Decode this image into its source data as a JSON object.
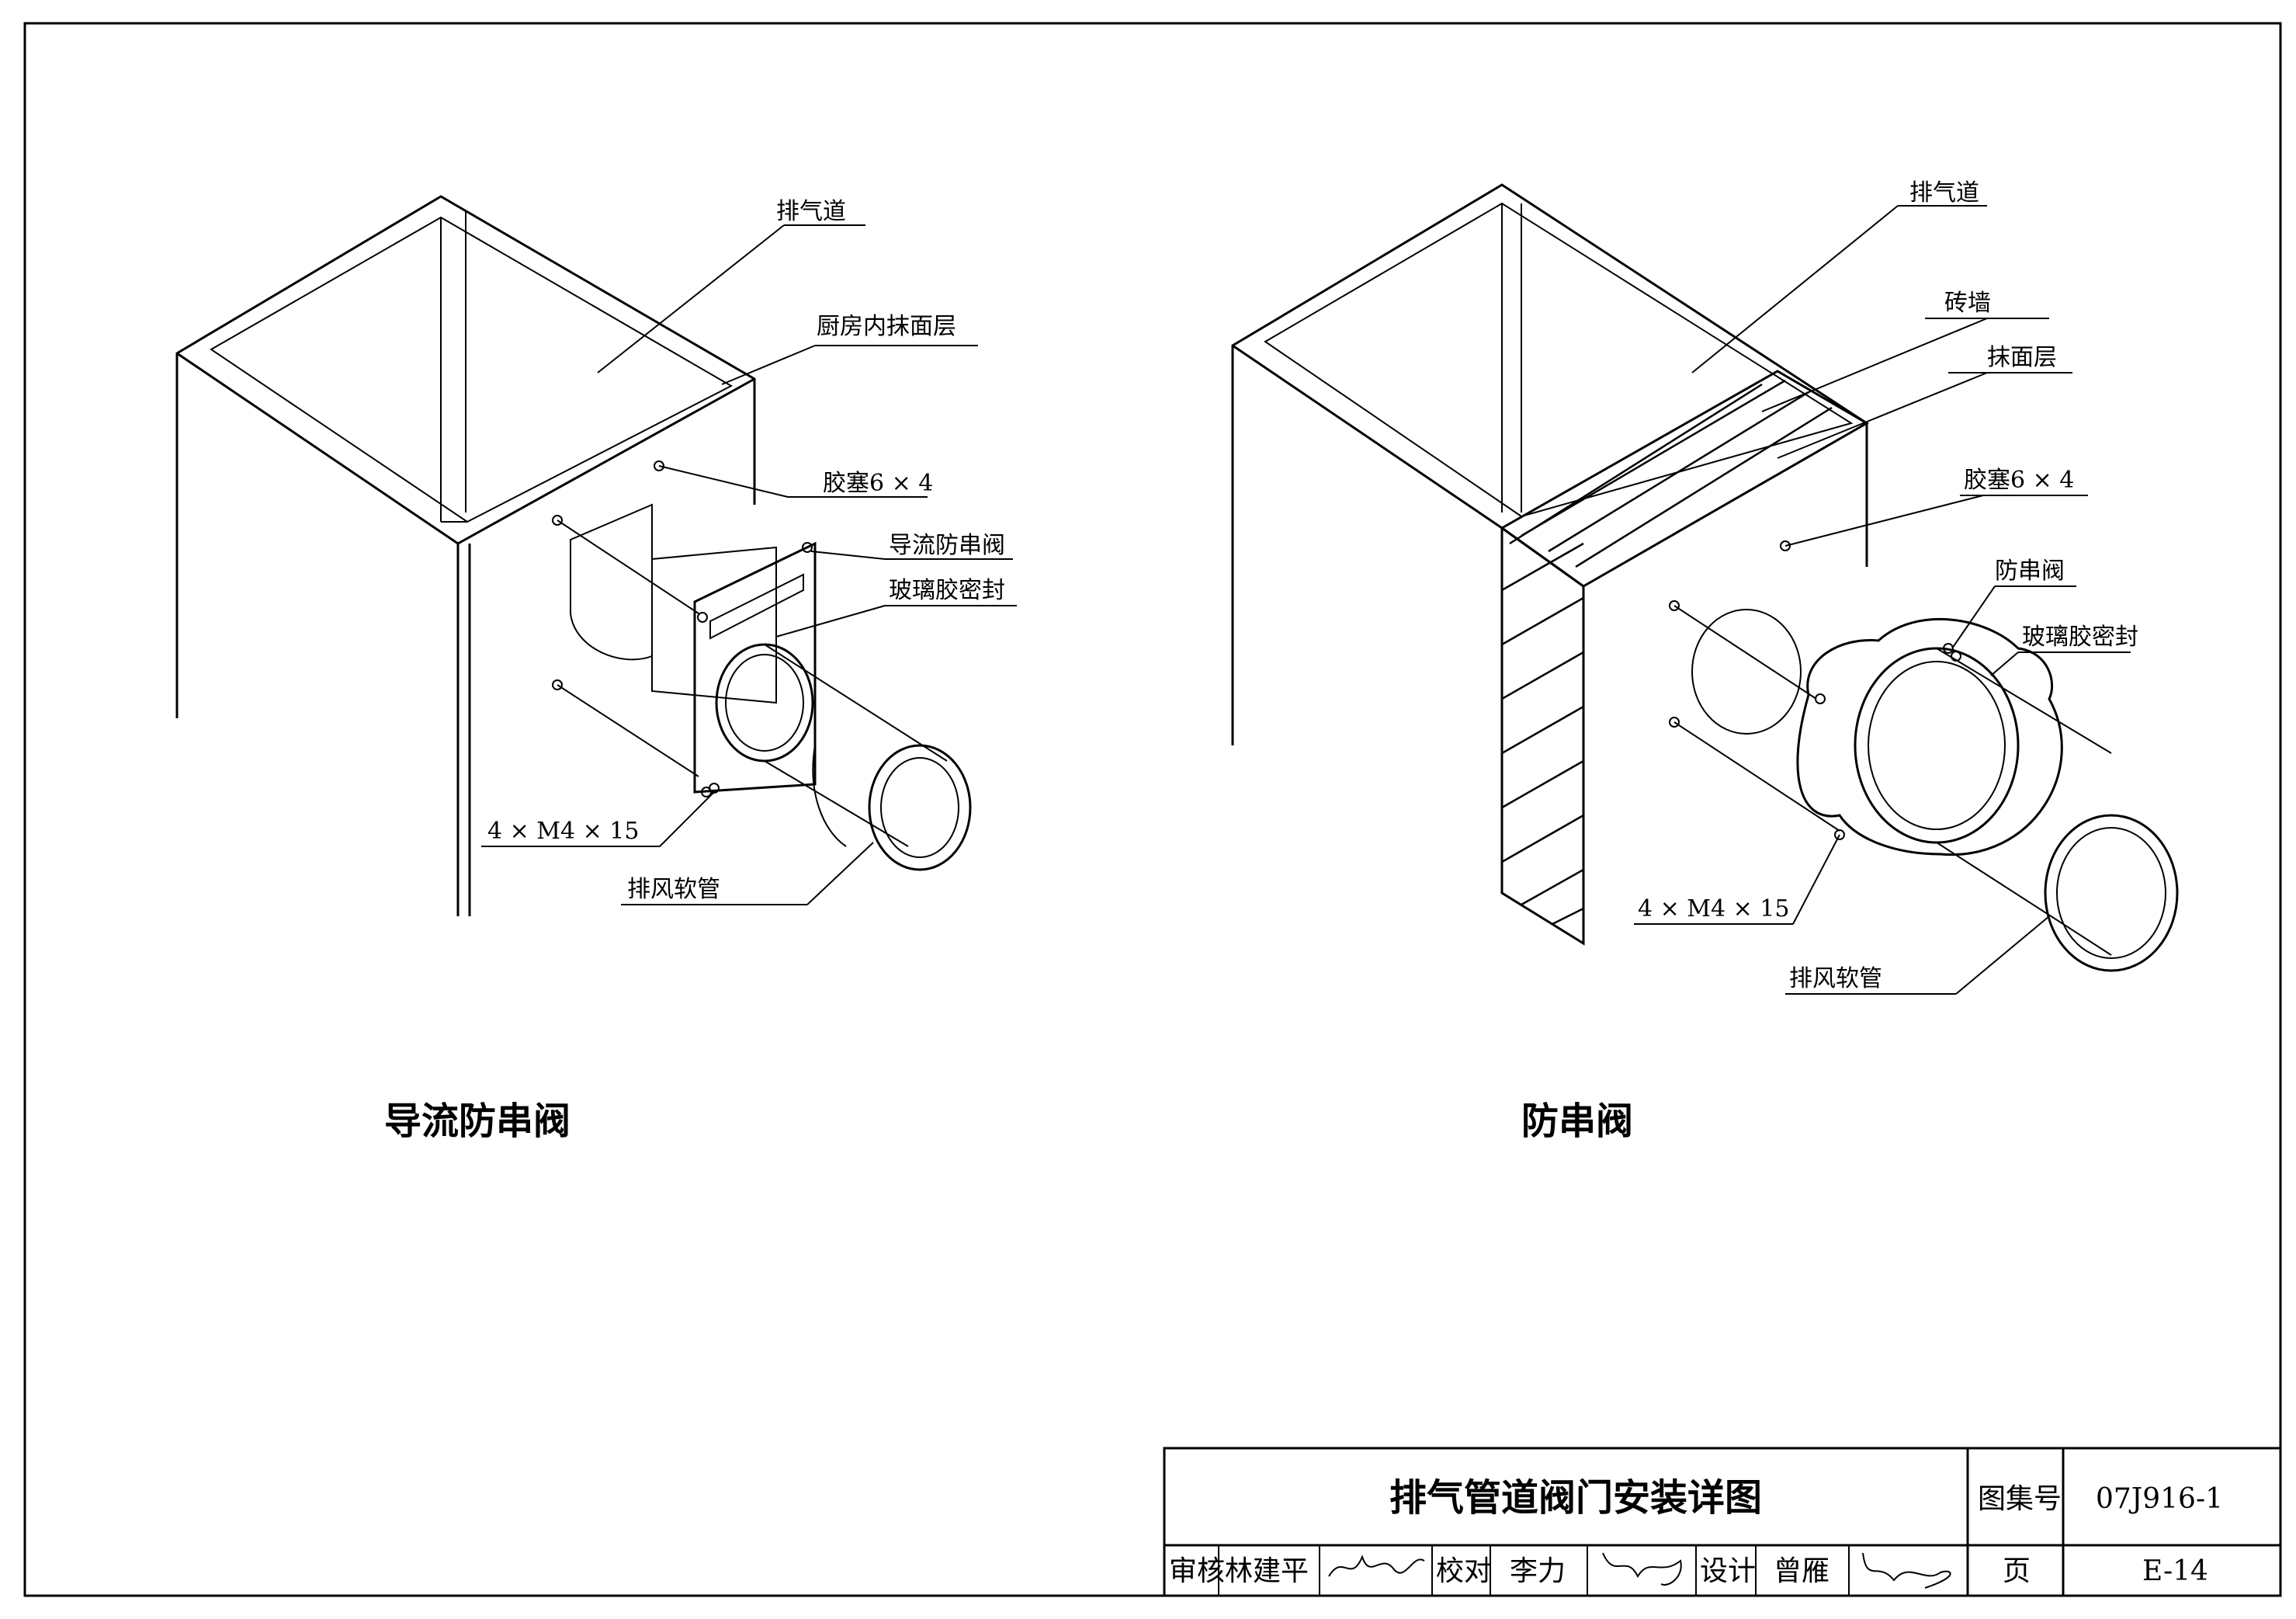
{
  "left_figure": {
    "caption": "导流防串阀",
    "labels": {
      "exhaust_duct": "排气道",
      "kitchen_plaster": "厨房内抹面层",
      "rubber_plug": "胶塞6 × 4",
      "guide_valve": "导流防串阀",
      "glass_glue_seal": "玻璃胶密封",
      "screws": "4 × M4 × 15",
      "exhaust_hose": "排风软管"
    }
  },
  "right_figure": {
    "caption": "防串阀",
    "labels": {
      "exhaust_duct": "排气道",
      "brick_wall": "砖墙",
      "plaster_layer": "抹面层",
      "rubber_plug": "胶塞6 × 4",
      "anti_backflow_valve": "防串阀",
      "glass_glue_seal": "玻璃胶密封",
      "screws": "4 × M4 × 15",
      "exhaust_hose": "排风软管"
    }
  },
  "title_block": {
    "title": "排气管道阀门安装详图",
    "atlas_no_label": "图集号",
    "atlas_no": "07J916-1",
    "review_label": "审核",
    "reviewer": "林建平",
    "reviewer_signature": "林建平",
    "check_label": "校对",
    "checker": "李力",
    "checker_signature": "李力",
    "design_label": "设计",
    "designer": "曾雁",
    "designer_signature": "曾雁",
    "page_label": "页",
    "page_no": "E-14"
  }
}
